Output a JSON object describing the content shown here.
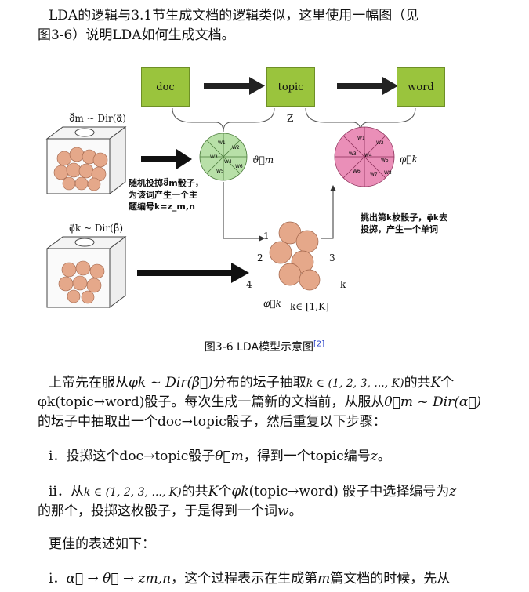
{
  "intro": {
    "line1": "LDA的逻辑与3.1节生成文档的逻辑类似，这里使用一幅图（见",
    "line2": "图3-6）说明LDA如何生成文档。"
  },
  "figure": {
    "boxes": [
      "doc",
      "topic",
      "word"
    ],
    "z_label": "Z",
    "urn1_label": "ϑ⃗m ~ Dir(α⃗)",
    "urn2_label": "φ⃗k ~ Dir(β⃗)",
    "theta_label": "ϑ⃗m",
    "phi_label": "φ⃗k",
    "left_note": [
      "随机投掷ϑ⃗m骰子，",
      "为该词产生一个主",
      "题编号k=z_m,n"
    ],
    "right_note": [
      "挑出第k枚骰子，φ⃗k去",
      "投掷，产生一个单词"
    ],
    "num1": "1",
    "num2": "2",
    "num3": "3",
    "num4": "4",
    "numk": "k",
    "phik_bottom": "φ⃗k",
    "range": "k∈ [1,K]",
    "dice_labels": [
      "W1",
      "W2",
      "W3",
      "W4",
      "W5",
      "W6",
      "W7",
      "W8"
    ],
    "colors": {
      "box": "#9ac43d",
      "green_die": "#b8e0a8",
      "pink_die": "#ea8fb8",
      "urn_dice": "#e5a88a"
    }
  },
  "caption": {
    "text": "图3-6    LDA模型示意图",
    "ref": "[2]"
  },
  "para1": {
    "l1a": "上帝先在服从",
    "l1m": "φk ~ Dir(β⃗)",
    "l1b": "分布的坛子抽取",
    "l1m2": "k ∈ (1, 2, 3, ..., K)",
    "l1c": "的共",
    "l1m3": "K",
    "l1d": "个",
    "l2a": "φk(topic→word)骰子。每次生成一篇新的文档前，从服从",
    "l2m": "θ⃗m ~ Dir(α⃗)",
    "l3": "的坛子中抽取出一个doc→topic骰子，然后重复以下步骤："
  },
  "step_i": {
    "a": "i．投掷这个doc→topic骰子",
    "m": "θ⃗m",
    "b": "，得到一个topic编号",
    "m2": "z",
    "c": "。"
  },
  "step_ii": {
    "a": "ii．从",
    "m": "k ∈ (1, 2, 3, ..., K)",
    "b": "的共",
    "m2": "K",
    "c": "个",
    "m3": "φk",
    "d": "(topic→word) 骰子中选择编号为",
    "m4": "z",
    "l2a": "的那个，投掷这枚骰子，于是得到一个词",
    "l2m": "w",
    "l2b": "。"
  },
  "better": "更佳的表述如下：",
  "last": {
    "a": "i．",
    "m": "α⃗ → θ⃗ → zm,n",
    "b": "，这个过程表示在生成第",
    "m2": "m",
    "c": "篇文档的时候，先从"
  }
}
